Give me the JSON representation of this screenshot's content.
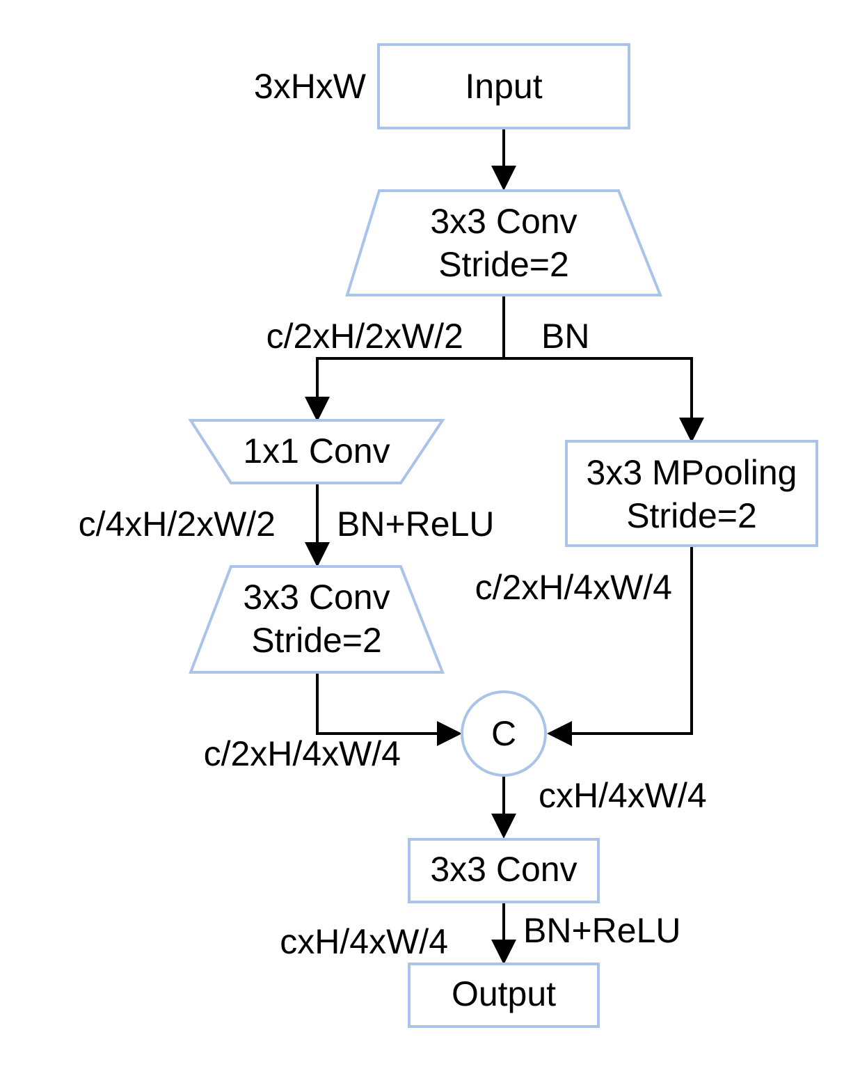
{
  "colors": {
    "node_border": "#a9c4e8",
    "edge": "#000000",
    "text": "#000000",
    "background": "#ffffff"
  },
  "nodes": {
    "input": "Input",
    "stem_conv": {
      "line1": "3x3 Conv",
      "line2": "Stride=2"
    },
    "conv1x1": "1x1 Conv",
    "conv3x3_s2": {
      "line1": "3x3 Conv",
      "line2": "Stride=2"
    },
    "mpool": {
      "line1": "3x3 MPooling",
      "line2": "Stride=2"
    },
    "concat": "C",
    "final_conv": "3x3 Conv",
    "output": "Output"
  },
  "edge_labels": {
    "input_shape": "3xHxW",
    "stem_out_shape": "c/2xH/2xW/2",
    "stem_norm": "BN",
    "conv1x1_out_shape": "c/4xH/2xW/2",
    "conv1x1_norm": "BN+ReLU",
    "pool_out_shape": "c/2xH/4xW/4",
    "conv_branch_out_shape": "c/2xH/4xW/4",
    "concat_out_shape": "cxH/4xW/4",
    "final_out_shape": "cxH/4xW/4",
    "final_norm": "BN+ReLU"
  }
}
